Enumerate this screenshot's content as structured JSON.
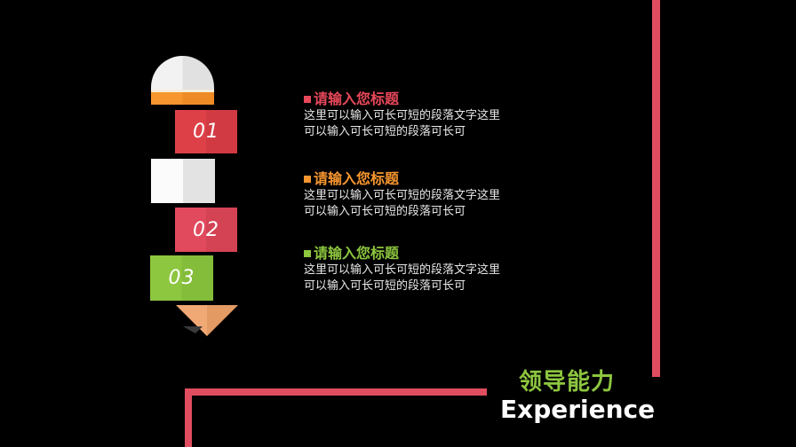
{
  "colors": {
    "background": "#000000",
    "frame_line": "#e04d5f",
    "red": "#de4048",
    "pink_red": "#e04a5c",
    "green": "#8dc63f",
    "orange": "#f7962f",
    "tip": "#eea56c"
  },
  "pencil": {
    "segments": [
      {
        "number": "01"
      },
      {
        "number": "02"
      },
      {
        "number": "03"
      }
    ]
  },
  "items": [
    {
      "title": "请输入您标题",
      "title_color": "#e8485a",
      "body_line1": "这里可以输入可长可短的段落文字这里",
      "body_line2": "可以输入可长可短的段落可长可"
    },
    {
      "title": "请输入您标题",
      "title_color": "#f7962f",
      "body_line1": "这里可以输入可长可短的段落文字这里",
      "body_line2": "可以输入可长可短的段落可长可"
    },
    {
      "title": "请输入您标题",
      "title_color": "#8dc63f",
      "body_line1": "这里可以输入可长可短的段落文字这里",
      "body_line2": "可以输入可长可短的段落可长可"
    }
  ],
  "section": {
    "title_cn": "领导能力",
    "title_en": "Experience"
  }
}
